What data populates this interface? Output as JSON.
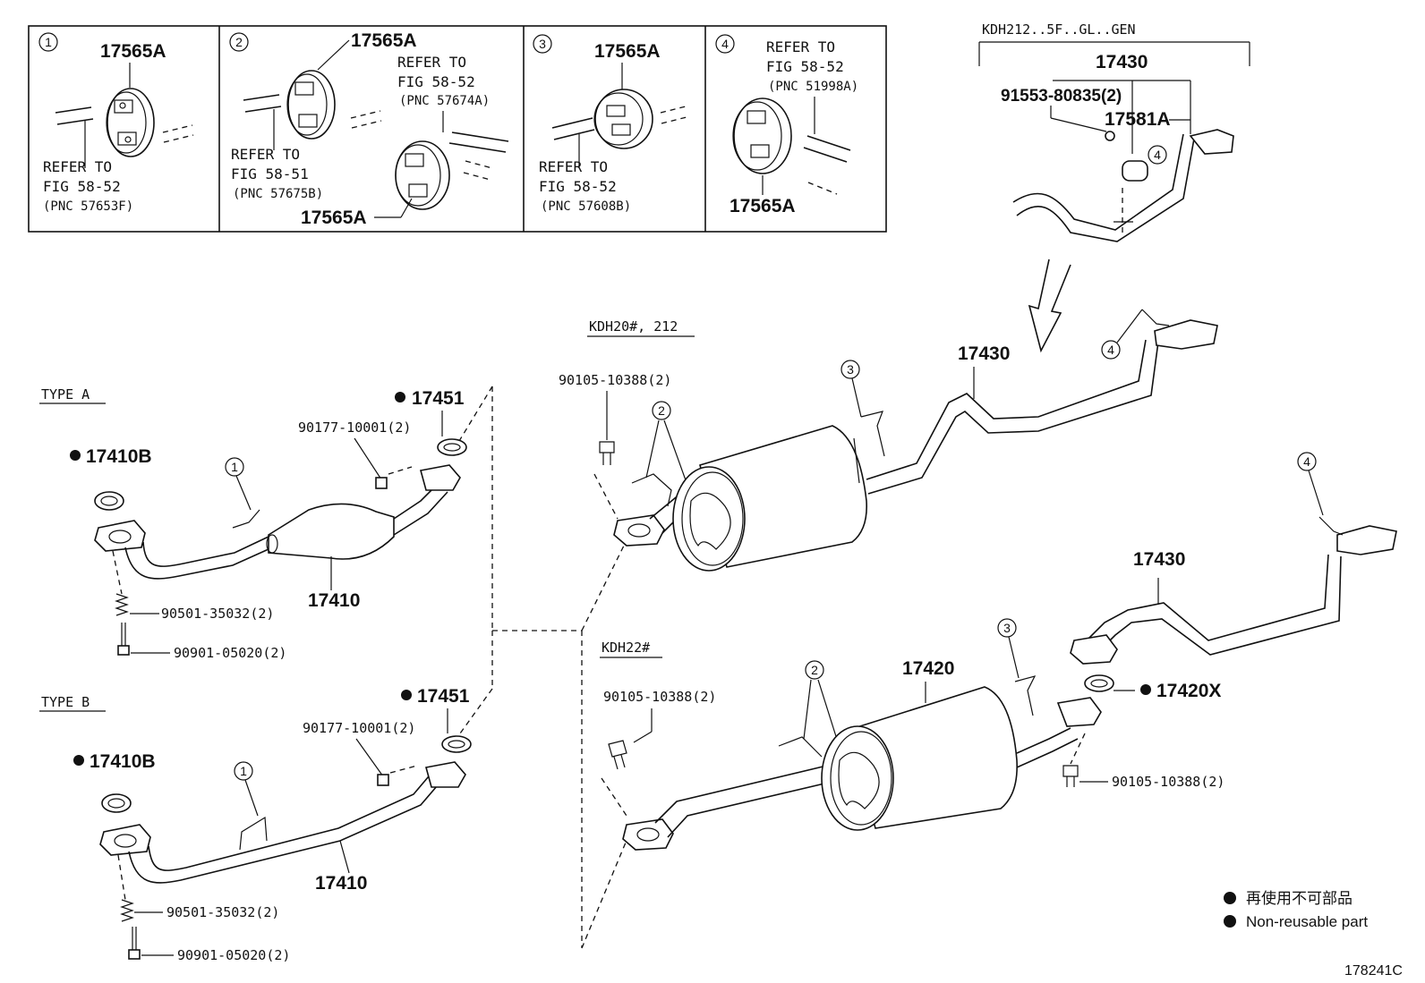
{
  "detail_boxes": [
    {
      "num": "1",
      "part": "17565A",
      "ref_lines": [
        "REFER TO",
        "FIG 58-52",
        "(PNC 57653F)"
      ]
    },
    {
      "num": "2",
      "part_top": "17565A",
      "part_bottom": "17565A",
      "ref_left": [
        "REFER TO",
        "FIG 58-51",
        "(PNC 57675B)"
      ],
      "ref_right": [
        "REFER TO",
        "FIG 58-52",
        "(PNC 57674A)"
      ]
    },
    {
      "num": "3",
      "part": "17565A",
      "ref_lines": [
        "REFER TO",
        "FIG 58-52",
        "(PNC 57608B)"
      ]
    },
    {
      "num": "4",
      "part": "17565A",
      "ref_lines": [
        "REFER TO",
        "FIG 58-52",
        "(PNC 51998A)"
      ]
    }
  ],
  "top_right": {
    "section": "KDH212..5F..GL..GEN",
    "parts": [
      "17430",
      "91553-80835(2)",
      "17581A"
    ],
    "callout": "4"
  },
  "sections": {
    "type_a": "TYPE A",
    "type_b": "TYPE B",
    "kdh20": "KDH20#, 212",
    "kdh22": "KDH22#"
  },
  "type_a": {
    "gasket_front": "17410B",
    "gasket_rear": "17451",
    "nut": "90177-10001(2)",
    "pipe": "17410",
    "spring": "90501-35032(2)",
    "bolt": "90901-05020(2)",
    "callout": "1"
  },
  "type_b": {
    "gasket_front": "17410B",
    "gasket_rear": "17451",
    "nut": "90177-10001(2)",
    "pipe": "17410",
    "spring": "90501-35032(2)",
    "bolt": "90901-05020(2)",
    "callout": "1"
  },
  "kdh20": {
    "bolt": "90105-10388(2)",
    "tail_pipe": "17430",
    "callouts": [
      "2",
      "3",
      "4"
    ]
  },
  "kdh22": {
    "bolt": "90105-10388(2)",
    "center_pipe": "17420",
    "tail_pipe": "17430",
    "gasket": "17420X",
    "bolt_rear": "90105-10388(2)",
    "callouts": [
      "2",
      "3",
      "4"
    ]
  },
  "legend": {
    "line_jp": "再使用不可部品",
    "line_en": "Non-reusable part"
  },
  "figure_code": "178241C"
}
